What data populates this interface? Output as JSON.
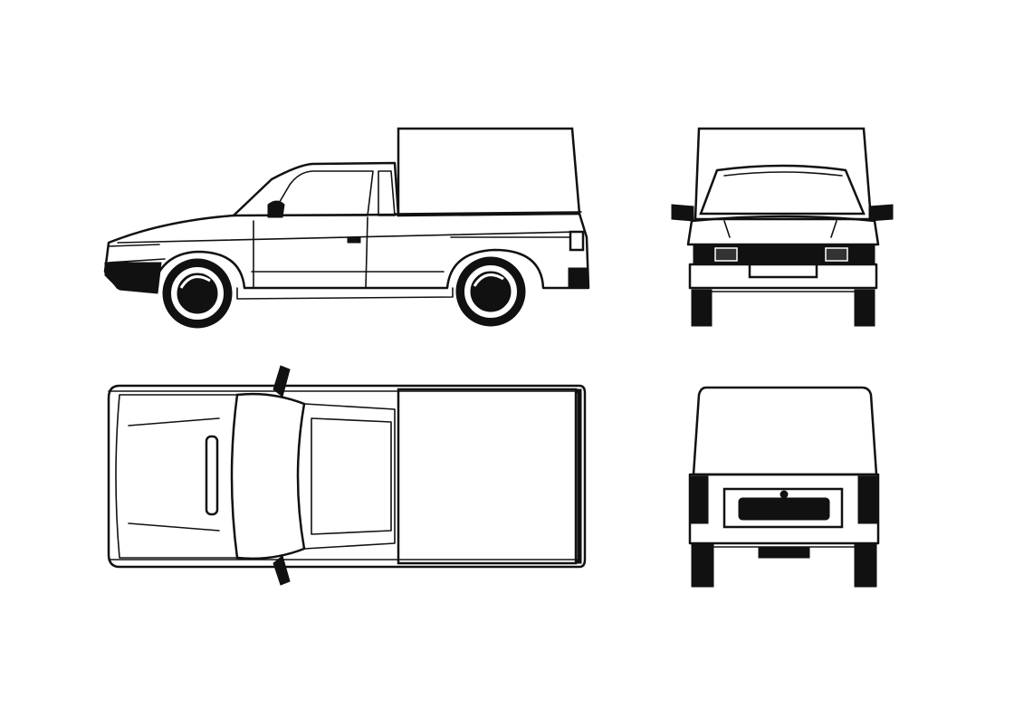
{
  "drawing": {
    "subject": "pickup-truck-with-canopy",
    "views": [
      "side",
      "front",
      "top",
      "rear"
    ],
    "line_color": "#111111",
    "background": "#ffffff"
  }
}
